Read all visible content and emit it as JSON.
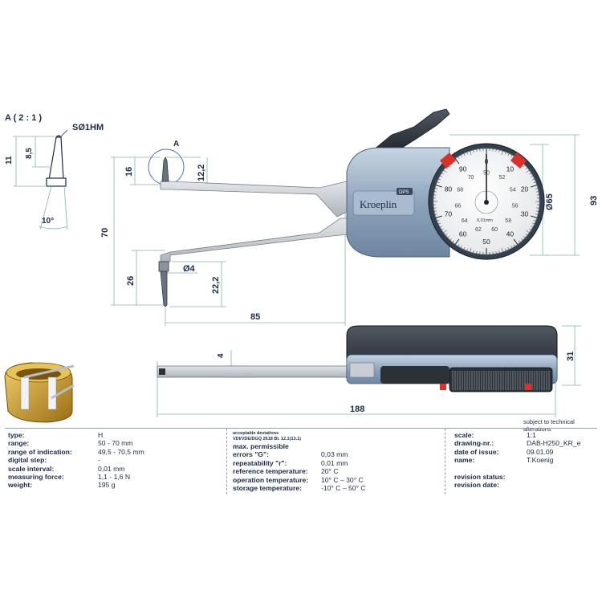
{
  "detail": {
    "label": "A ( 2 : 1 )",
    "tip_label": "SØ1HM",
    "dims": [
      "11",
      "8,5",
      "10°"
    ]
  },
  "front_view": {
    "detail_marker": "A",
    "brand": "Kroeplin",
    "brand_badge": "DPS",
    "dims": {
      "height_70": "70",
      "tip_16": "16",
      "gap_12_2": "12,2",
      "tip_26": "26",
      "diam_4": "Ø4",
      "gap_22_2": "22,2",
      "length_85": "85",
      "dial_diam": "Ø65",
      "total_height": "93"
    },
    "dial": {
      "unit": "0,01mm",
      "outer_numbers": [
        "0",
        "10",
        "20",
        "30",
        "40",
        "50",
        "60",
        "70",
        "80",
        "90"
      ],
      "inner_numbers": [
        "50",
        "52",
        "54",
        "56",
        "58",
        "60",
        "62",
        "64",
        "66",
        "68",
        "70"
      ]
    }
  },
  "side_view": {
    "dims": {
      "thickness": "4",
      "depth": "31",
      "length": "188"
    }
  },
  "note_alterations": "subject to technical alterations",
  "titleblock": {
    "left": [
      {
        "k": "type:",
        "v": "H"
      },
      {
        "k": "range:",
        "v": "50 - 70 mm"
      },
      {
        "k": "range of indication:",
        "v": "49,5 - 70,5 mm"
      },
      {
        "k": "digital step:",
        "v": "-"
      },
      {
        "k": "scale interval:",
        "v": "0,01 mm"
      },
      {
        "k": "measuring force:",
        "v": "1,1 - 1,6 N"
      },
      {
        "k": "weight:",
        "v": "195 g"
      }
    ],
    "middle_header1": "acceptable deviations",
    "middle_header2": "VDI/VDE/DGQ 2618 Bl. 12.1(13.1)",
    "middle": [
      {
        "k": "max. permissible",
        "v": ""
      },
      {
        "k": "errors \"G\":",
        "v": "0,03 mm"
      },
      {
        "k": "repeatability \"r\":",
        "v": "0,01 mm"
      },
      {
        "k": "reference temperature:",
        "v": "20° C"
      },
      {
        "k": "operation temperature:",
        "v": "10° C – 30° C"
      },
      {
        "k": "storage temperature:",
        "v": "-10° C – 50° C"
      }
    ],
    "right": [
      {
        "k": "scale:",
        "v": "1:1"
      },
      {
        "k": "drawing-nr.:",
        "v": "DAB-H250_KR_e"
      },
      {
        "k": "date of issue:",
        "v": "09.01.09"
      },
      {
        "k": "name:",
        "v": "T.Koenig"
      },
      {
        "k": "",
        "v": ""
      },
      {
        "k": "revision status:",
        "v": ""
      },
      {
        "k": "revision date:",
        "v": ""
      }
    ]
  },
  "colors": {
    "dim_line": "#7fb8a8",
    "text": "#1a2a4a",
    "housing": "#9eb2c8",
    "arm": "#c9ced4",
    "accent_red": "#d8322a",
    "gold": "#c99a2e"
  }
}
